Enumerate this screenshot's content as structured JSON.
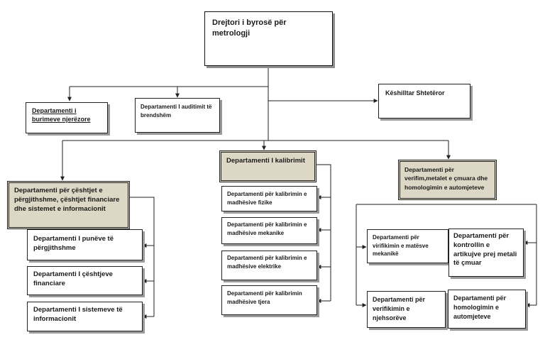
{
  "root": {
    "label": "Drejtori i byrosë për metrologji"
  },
  "council": {
    "label": "Këshilltar Shtetëror"
  },
  "hr": {
    "label": "Departamenti i burimeve njerëzore"
  },
  "audit": {
    "label": "Departamenti I auditimit të brendshëm"
  },
  "finance_dept": {
    "label": "Departamenti për çështjet e përgjithshme, çështjet financiare dhe sistemet e informacionit",
    "units": [
      "Departamenti  I punëve të përgjithshme",
      "Departamenti I çështjeve financiare",
      "Departamenti I sistemeve të informacionit"
    ]
  },
  "calibration_dept": {
    "label": "Departamenti I kalibrimit",
    "units": [
      "Departamenti për kalibrimin  e  madhësive fizike",
      "Departamenti për kalibrimin e madhësive mekanike",
      "Departamenti për kalibrimin e madhësive elektrike",
      "Departamenti për kalibrimin madhësive tjera"
    ]
  },
  "verification_dept": {
    "label": "Departamenti për verifim,metalet e çmuara dhe homologimin e automjeteve",
    "units": [
      "Departamenti për virifikimin  e matësve mekanikë",
      "Departamenti për kontrollin e artikujve  prej metali të çmuar",
      "Departamenti për verifikimin e njehsorëve",
      "Departamenti për homologimin e automjeteve"
    ]
  },
  "colors": {
    "dept_fill": "#ddd8c6",
    "line": "#222222"
  }
}
